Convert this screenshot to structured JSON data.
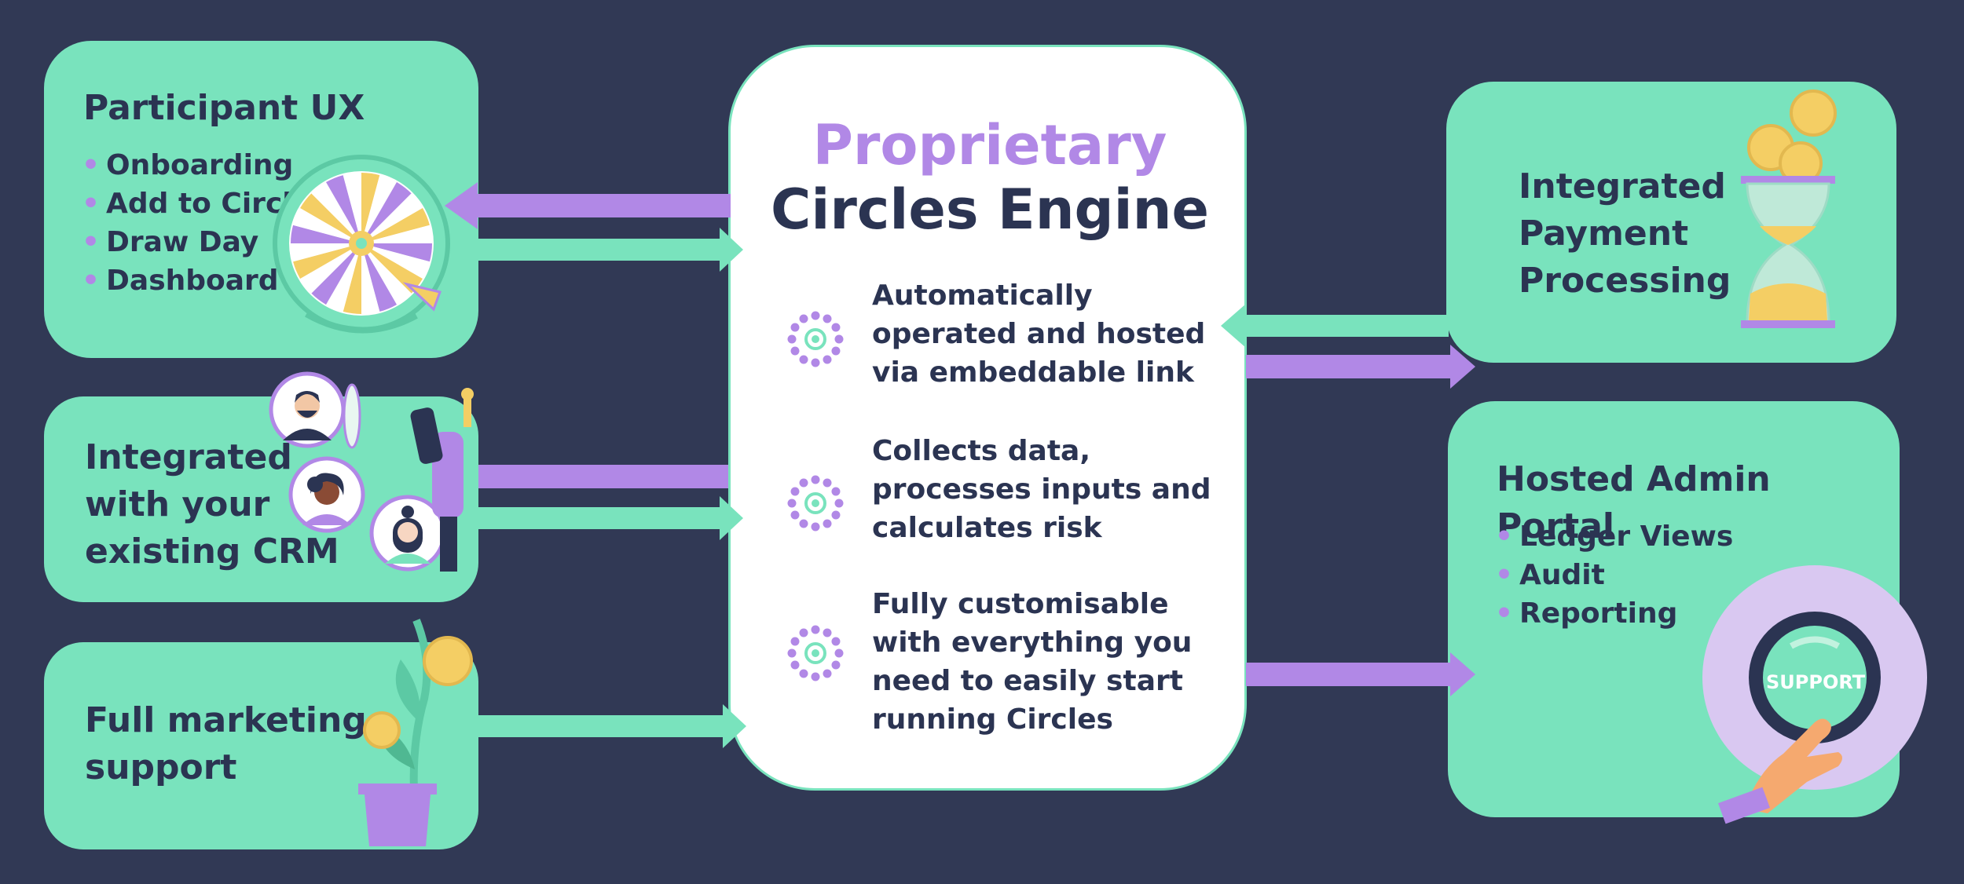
{
  "participant_ux": {
    "title": "Participant UX",
    "items": [
      "Onboarding",
      "Add to Circle",
      "Draw Day",
      "Dashboard"
    ]
  },
  "crm": {
    "title_lines": [
      "Integrated",
      "with your",
      "existing CRM"
    ]
  },
  "marketing": {
    "title_lines": [
      "Full marketing",
      "support"
    ]
  },
  "engine": {
    "title_line1": "Proprietary",
    "title_line2": "Circles Engine",
    "features": [
      {
        "lines": [
          "Automatically",
          "operated and hosted",
          "via embeddable link"
        ]
      },
      {
        "lines": [
          "Collects data,",
          "processes inputs and",
          "calculates risk"
        ]
      },
      {
        "lines": [
          "Fully customisable",
          "with everything you",
          "need to easily start",
          "running Circles"
        ]
      }
    ]
  },
  "payment": {
    "title_lines": [
      "Integrated",
      "Payment",
      "Processing"
    ]
  },
  "admin": {
    "title": "Hosted Admin Portal",
    "items": [
      "Ledger Views",
      "Audit",
      "Reporting"
    ],
    "button_label": "SUPPORT"
  },
  "icons": {
    "feature": "target-cycle-icon",
    "wheel": "prize-wheel-icon",
    "coins": "hourglass-coins-icon",
    "plant": "money-plant-icon",
    "megaphone": "megaphone-icon"
  },
  "colors": {
    "background": "#313955",
    "card": "#79e3bd",
    "accent": "#b188e6",
    "text": "#2b3452"
  }
}
